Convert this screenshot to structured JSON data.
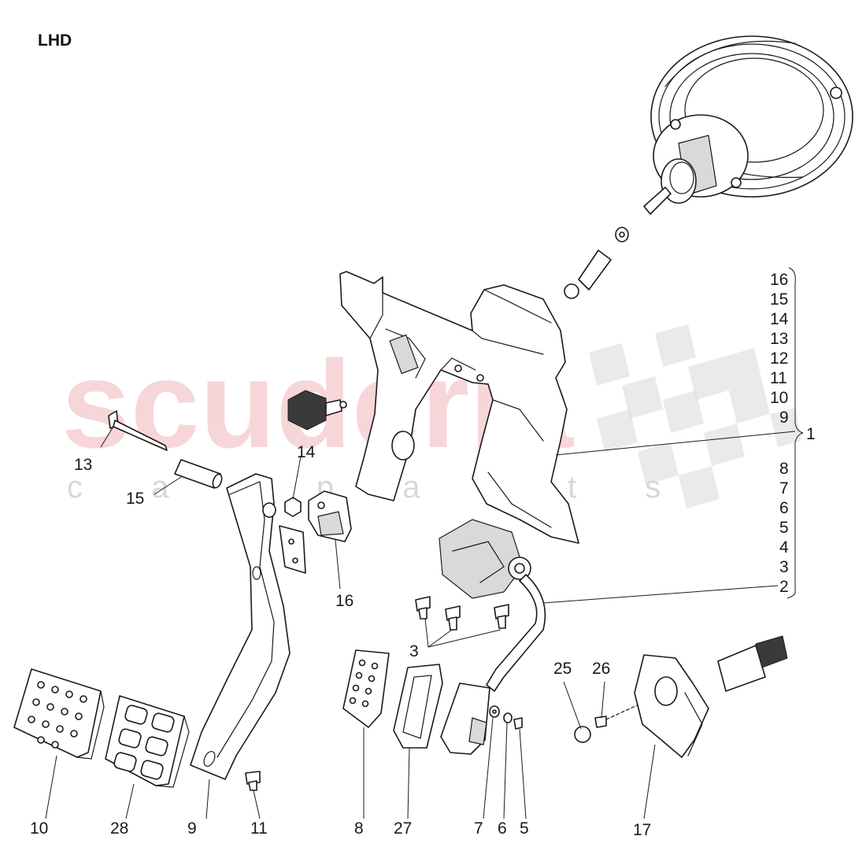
{
  "title": "LHD",
  "watermark": {
    "brand": "scuderia",
    "sub": "c a r p a r t s"
  },
  "group_numbers": [
    "16",
    "15",
    "14",
    "13",
    "12",
    "11",
    "10",
    "9",
    "8",
    "7",
    "6",
    "5",
    "4",
    "3",
    "2"
  ],
  "group_label": "1",
  "callouts": {
    "c13": "13",
    "c15": "15",
    "c14": "14",
    "c16": "16",
    "c3": "3",
    "c25": "25",
    "c26": "26",
    "c10": "10",
    "c28": "28",
    "c9": "9",
    "c11": "11",
    "c8": "8",
    "c27": "27",
    "c7": "7",
    "c6": "6",
    "c5": "5",
    "c17": "17"
  },
  "colors": {
    "line": "#1a1a1a",
    "watermark": "#f2b6bb",
    "flag": "#dcdcdc"
  }
}
